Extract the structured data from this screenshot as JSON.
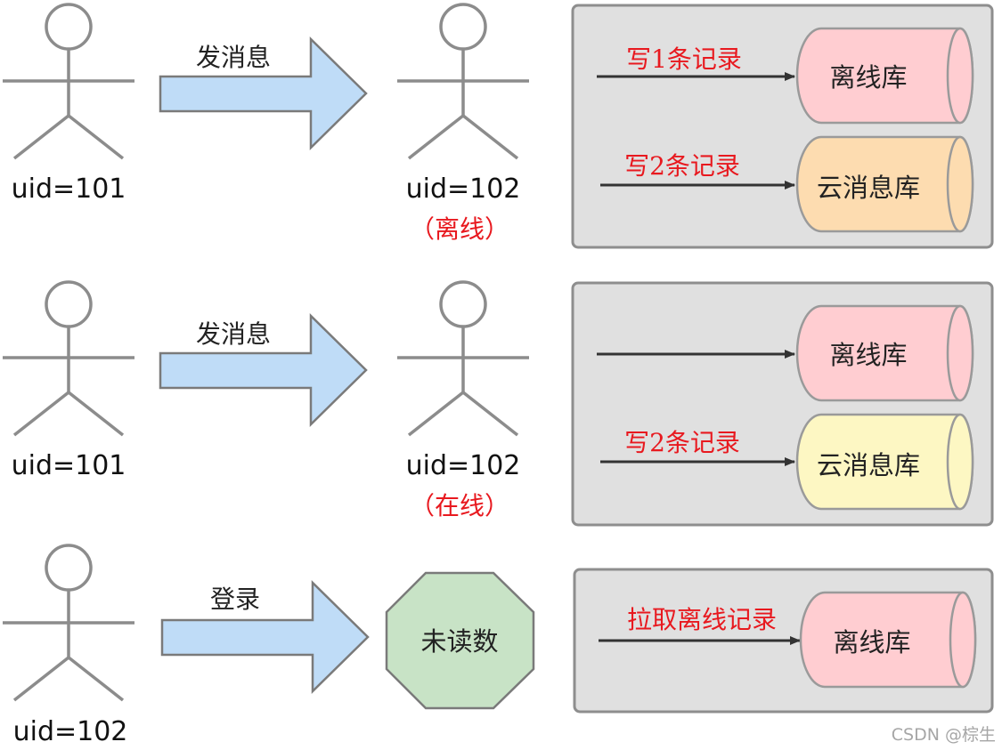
{
  "rows": [
    {
      "sender": "uid=101",
      "action": "发消息",
      "receiver": "uid=102",
      "receiver_status": "（离线）",
      "writes": [
        {
          "label": "写1条记录",
          "db": "离线库"
        },
        {
          "label": "写2条记录",
          "db": "云消息库"
        }
      ]
    },
    {
      "sender": "uid=101",
      "action": "发消息",
      "receiver": "uid=102",
      "receiver_status": "（在线）",
      "writes": [
        {
          "label": "",
          "db": "离线库"
        },
        {
          "label": "写2条记录",
          "db": "云消息库"
        }
      ]
    },
    {
      "sender": "uid=102",
      "action": "登录",
      "target": "未读数",
      "writes": [
        {
          "label": "拉取离线记录",
          "db": "离线库"
        }
      ]
    }
  ],
  "colors": {
    "actor_stroke": "#8c8c8c",
    "arrow_fill": "#bfdcf7",
    "panel_fill": "#e0e0e0",
    "offline_db_fill": "#ffcdd1",
    "cloud_db_fill_1": "#fddcb0",
    "cloud_db_fill_2": "#fdf7c3",
    "unread_fill": "#c8e3c6",
    "highlight_text": "#e8191f"
  },
  "watermark": "CSDN @棕生"
}
